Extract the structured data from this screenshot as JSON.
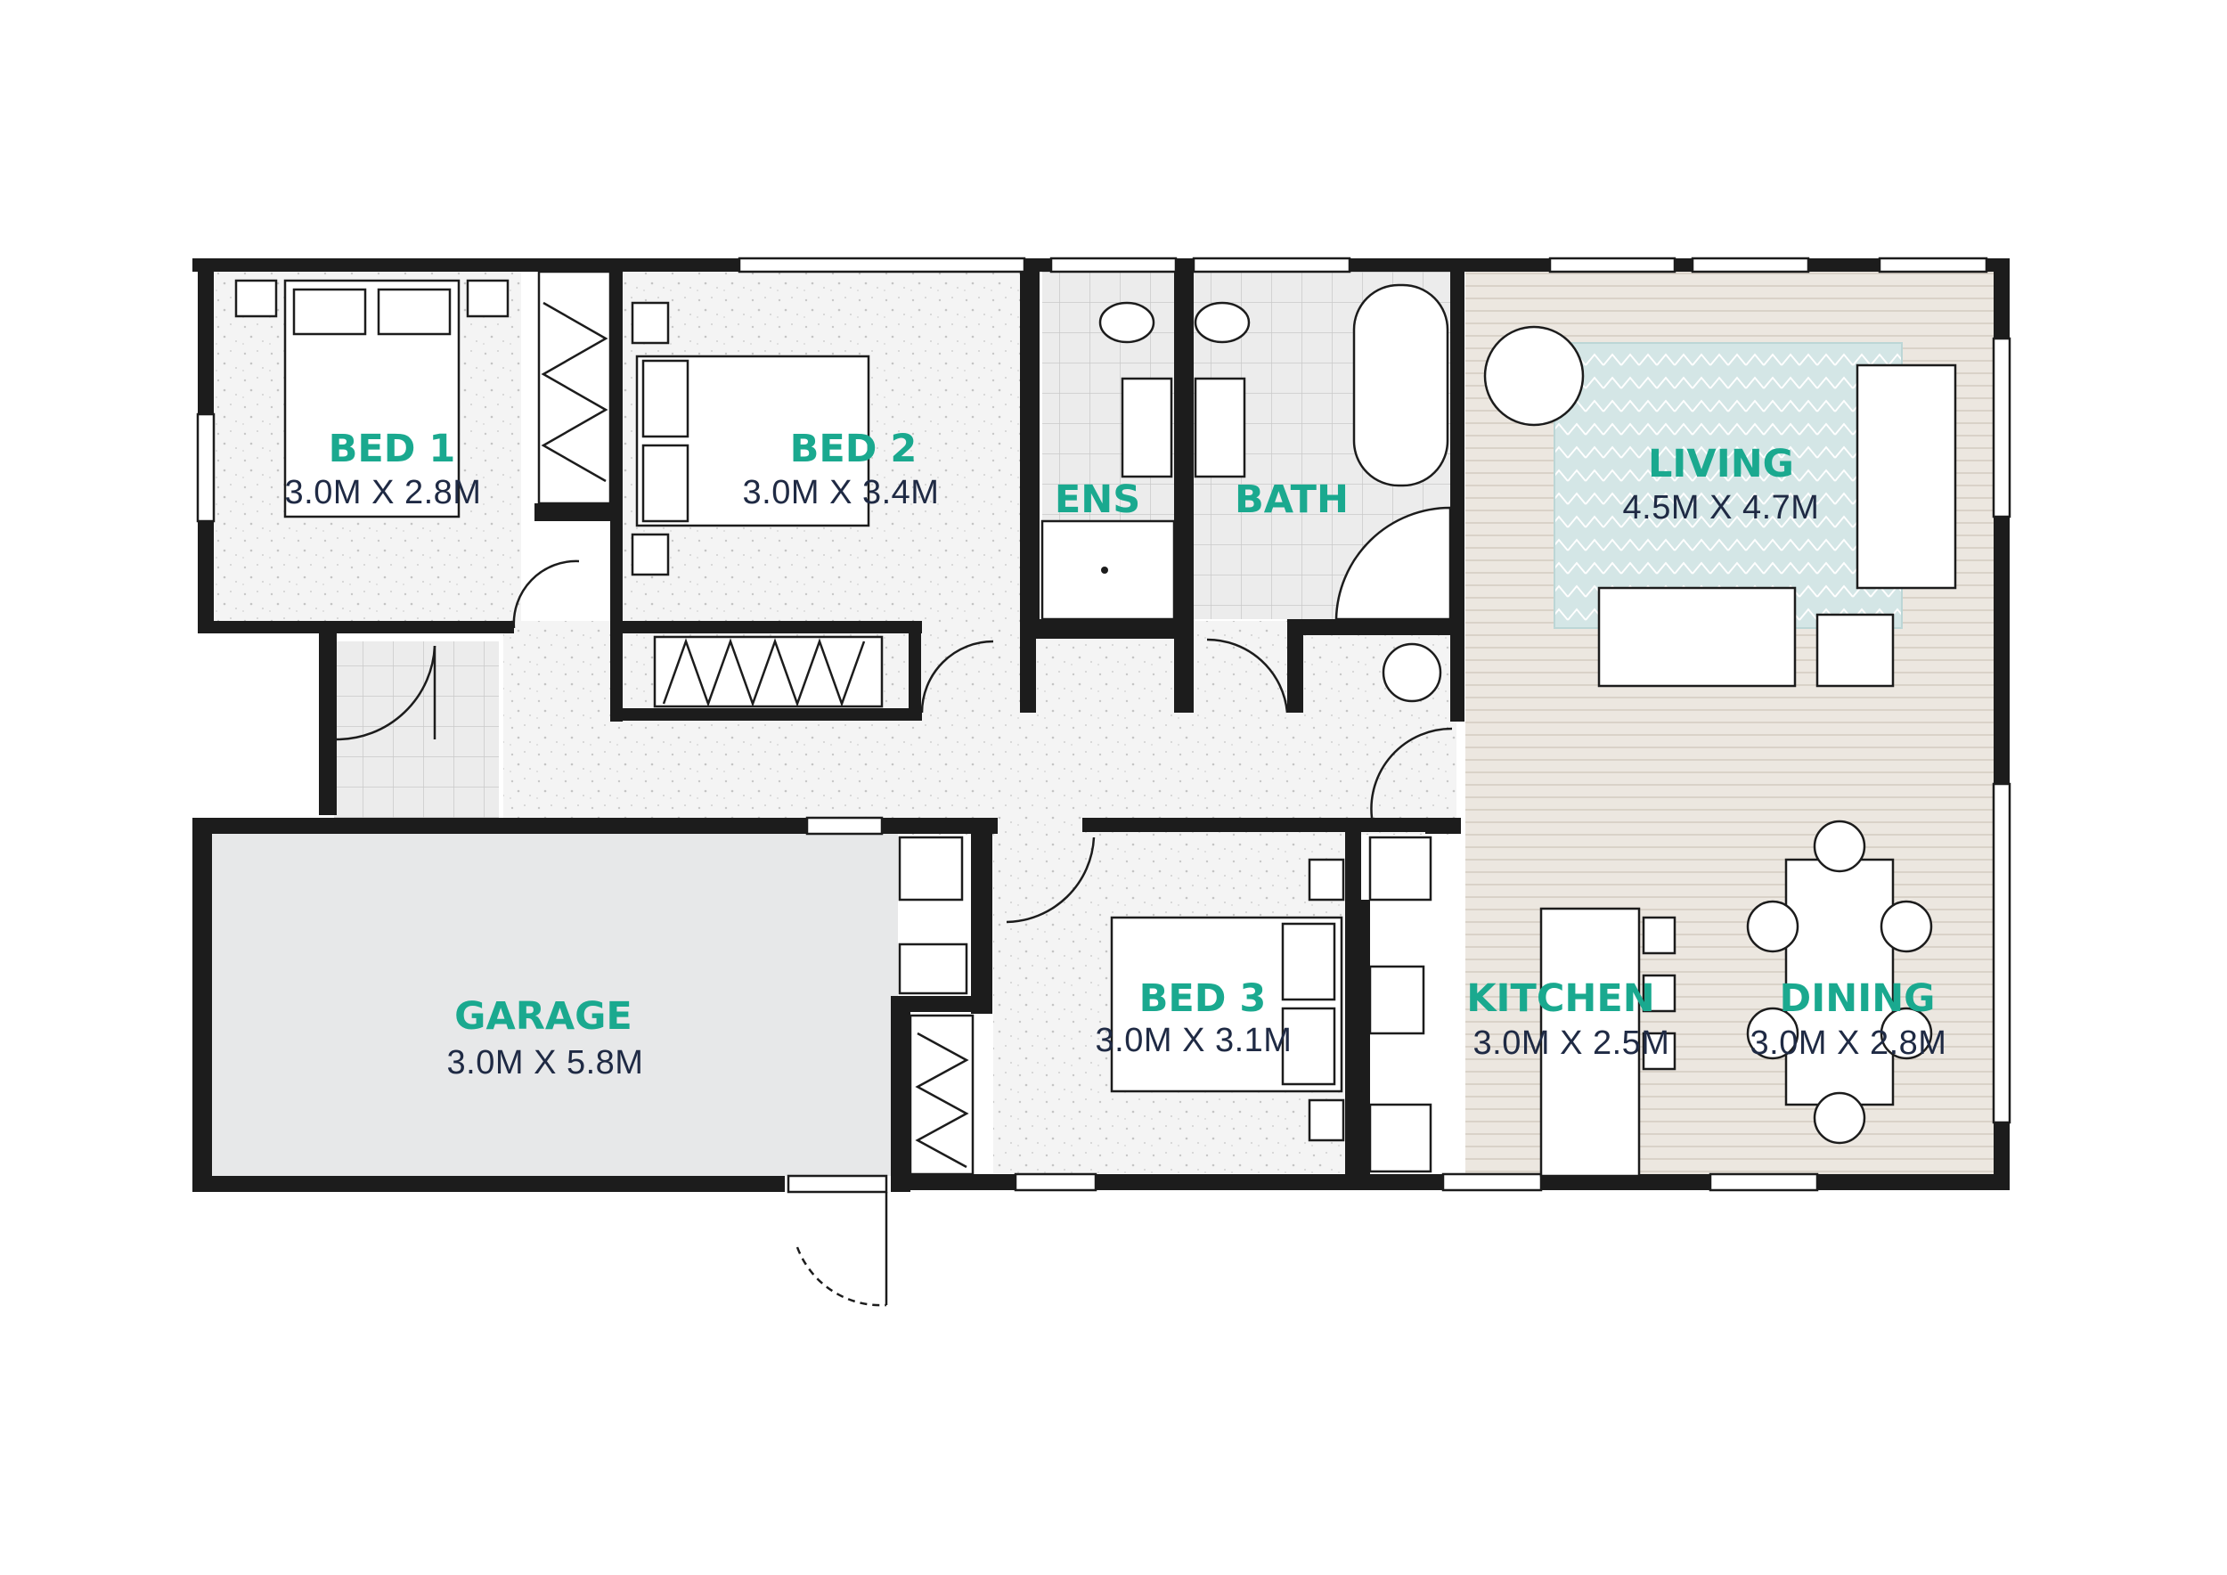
{
  "colors": {
    "label_teal": "#1aa98f",
    "dimension_navy": "#1f2a44",
    "wall": "#1c1c1c",
    "garage_floor": "#e7e8e9",
    "tile_floor": "#ececec",
    "timber_floor": "#ece7e0",
    "rug": "#d4e6e6",
    "speckle_floor": "#f3f3f3"
  },
  "rooms": {
    "bed1": {
      "name": "BED 1",
      "dims": "3.0M X 2.8M"
    },
    "bed2": {
      "name": "BED 2",
      "dims": "3.0M X 3.4M"
    },
    "ens": {
      "name": "ENS"
    },
    "bath": {
      "name": "BATH"
    },
    "living": {
      "name": "LIVING",
      "dims": "4.5M X 4.7M"
    },
    "garage": {
      "name": "GARAGE",
      "dims": "3.0M X 5.8M"
    },
    "bed3": {
      "name": "BED 3",
      "dims": "3.0M X 3.1M"
    },
    "kitchen": {
      "name": "KITCHEN",
      "dims": "3.0M X 2.5M"
    },
    "dining": {
      "name": "DINING",
      "dims": "3.0M X 2.8M"
    }
  }
}
